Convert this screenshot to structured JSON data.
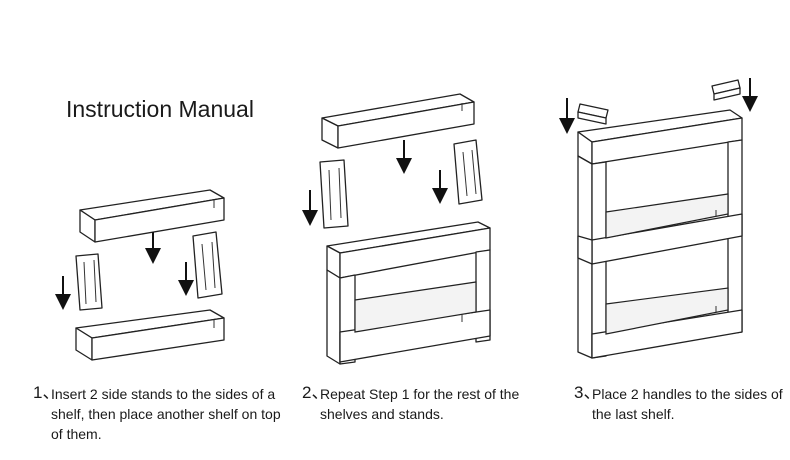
{
  "title": "Instruction Manual",
  "steps": [
    {
      "number": "1、",
      "text": "Insert 2 side stands to the sides of a shelf, then place another shelf on top of them."
    },
    {
      "number": "2、",
      "text": "Repeat Step 1 for the rest of the shelves and stands."
    },
    {
      "number": "3、",
      "text": "Place 2 handles to the sides of the last shelf."
    }
  ],
  "colors": {
    "line": "#222222",
    "text": "#1a1a1a",
    "background": "#ffffff"
  },
  "icons": [
    "down-arrow-icon",
    "shelf-board-icon",
    "side-stand-icon",
    "handle-icon"
  ]
}
